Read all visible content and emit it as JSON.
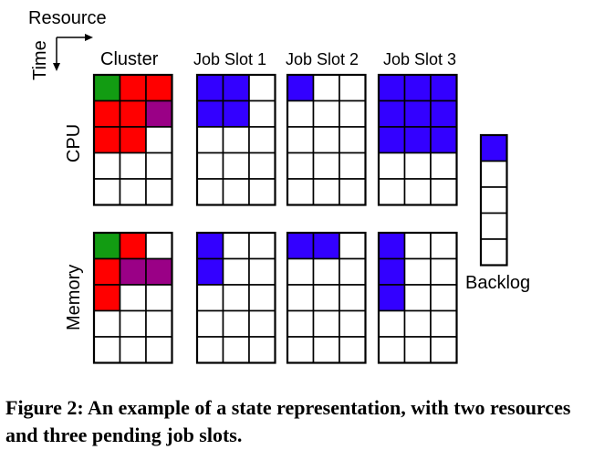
{
  "axes": {
    "resource_label": "Resource",
    "time_label": "Time"
  },
  "row_labels": [
    "CPU",
    "Memory"
  ],
  "column_labels": [
    "Cluster",
    "Job Slot 1",
    "Job Slot 2",
    "Job Slot 3"
  ],
  "backlog_label": "Backlog",
  "colors": {
    "green": "#129c12",
    "red": "#ff0000",
    "purple": "#9a0086",
    "blue": "#3300ff",
    "empty": "#ffffff",
    "grid": "#000000"
  },
  "grids": {
    "cluster_cpu": [
      [
        "green",
        "red",
        "red"
      ],
      [
        "red",
        "red",
        "purple"
      ],
      [
        "red",
        "red",
        "empty"
      ],
      [
        "empty",
        "empty",
        "empty"
      ],
      [
        "empty",
        "empty",
        "empty"
      ]
    ],
    "slot1_cpu": [
      [
        "blue",
        "blue",
        "empty"
      ],
      [
        "blue",
        "blue",
        "empty"
      ],
      [
        "empty",
        "empty",
        "empty"
      ],
      [
        "empty",
        "empty",
        "empty"
      ],
      [
        "empty",
        "empty",
        "empty"
      ]
    ],
    "slot2_cpu": [
      [
        "blue",
        "empty",
        "empty"
      ],
      [
        "empty",
        "empty",
        "empty"
      ],
      [
        "empty",
        "empty",
        "empty"
      ],
      [
        "empty",
        "empty",
        "empty"
      ],
      [
        "empty",
        "empty",
        "empty"
      ]
    ],
    "slot3_cpu": [
      [
        "blue",
        "blue",
        "blue"
      ],
      [
        "blue",
        "blue",
        "blue"
      ],
      [
        "blue",
        "blue",
        "blue"
      ],
      [
        "empty",
        "empty",
        "empty"
      ],
      [
        "empty",
        "empty",
        "empty"
      ]
    ],
    "cluster_mem": [
      [
        "green",
        "red",
        "empty"
      ],
      [
        "red",
        "purple",
        "purple"
      ],
      [
        "red",
        "empty",
        "empty"
      ],
      [
        "empty",
        "empty",
        "empty"
      ],
      [
        "empty",
        "empty",
        "empty"
      ]
    ],
    "slot1_mem": [
      [
        "blue",
        "empty",
        "empty"
      ],
      [
        "blue",
        "empty",
        "empty"
      ],
      [
        "empty",
        "empty",
        "empty"
      ],
      [
        "empty",
        "empty",
        "empty"
      ],
      [
        "empty",
        "empty",
        "empty"
      ]
    ],
    "slot2_mem": [
      [
        "blue",
        "blue",
        "empty"
      ],
      [
        "empty",
        "empty",
        "empty"
      ],
      [
        "empty",
        "empty",
        "empty"
      ],
      [
        "empty",
        "empty",
        "empty"
      ],
      [
        "empty",
        "empty",
        "empty"
      ]
    ],
    "slot3_mem": [
      [
        "blue",
        "empty",
        "empty"
      ],
      [
        "blue",
        "empty",
        "empty"
      ],
      [
        "blue",
        "empty",
        "empty"
      ],
      [
        "empty",
        "empty",
        "empty"
      ],
      [
        "empty",
        "empty",
        "empty"
      ]
    ],
    "backlog": [
      [
        "blue"
      ],
      [
        "empty"
      ],
      [
        "empty"
      ],
      [
        "empty"
      ],
      [
        "empty"
      ]
    ]
  },
  "caption": {
    "lead": "Figure 2:",
    "text": " An example of a state representation, with two resources and three pending job slots."
  }
}
